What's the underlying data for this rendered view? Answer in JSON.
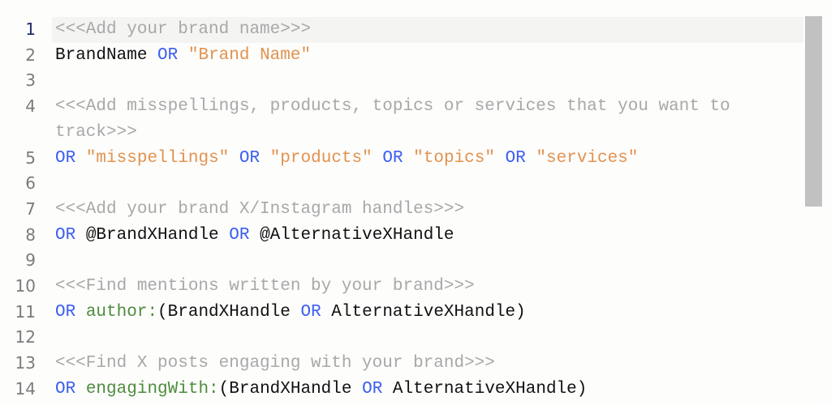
{
  "editor": {
    "active_line": 1,
    "colors": {
      "comment": "#a8a8a8",
      "keyword": "#3d5ff2",
      "string": "#e2924f",
      "field": "#4e8c3c",
      "text": "#111111"
    },
    "lines": [
      {
        "number": "1",
        "tokens": [
          {
            "type": "comment",
            "text": "<<<Add your brand name>>>"
          }
        ]
      },
      {
        "number": "2",
        "tokens": [
          {
            "type": "plain",
            "text": "BrandName "
          },
          {
            "type": "kw",
            "text": "OR"
          },
          {
            "type": "plain",
            "text": " "
          },
          {
            "type": "str",
            "text": "\"Brand Name\""
          }
        ]
      },
      {
        "number": "3",
        "tokens": []
      },
      {
        "number": "4",
        "tokens": [
          {
            "type": "comment",
            "text": "<<<Add misspellings, products, topics or services that you want to track>>>"
          }
        ]
      },
      {
        "number": "5",
        "tokens": [
          {
            "type": "kw",
            "text": "OR"
          },
          {
            "type": "plain",
            "text": " "
          },
          {
            "type": "str",
            "text": "\"misspellings\""
          },
          {
            "type": "plain",
            "text": " "
          },
          {
            "type": "kw",
            "text": "OR"
          },
          {
            "type": "plain",
            "text": " "
          },
          {
            "type": "str",
            "text": "\"products\""
          },
          {
            "type": "plain",
            "text": " "
          },
          {
            "type": "kw",
            "text": "OR"
          },
          {
            "type": "plain",
            "text": " "
          },
          {
            "type": "str",
            "text": "\"topics\""
          },
          {
            "type": "plain",
            "text": " "
          },
          {
            "type": "kw",
            "text": "OR"
          },
          {
            "type": "plain",
            "text": " "
          },
          {
            "type": "str",
            "text": "\"services\""
          }
        ]
      },
      {
        "number": "6",
        "tokens": []
      },
      {
        "number": "7",
        "tokens": [
          {
            "type": "comment",
            "text": "<<<Add your brand X/Instagram handles>>>"
          }
        ]
      },
      {
        "number": "8",
        "tokens": [
          {
            "type": "kw",
            "text": "OR"
          },
          {
            "type": "plain",
            "text": " @BrandXHandle "
          },
          {
            "type": "kw",
            "text": "OR"
          },
          {
            "type": "plain",
            "text": " @AlternativeXHandle"
          }
        ]
      },
      {
        "number": "9",
        "tokens": []
      },
      {
        "number": "10",
        "tokens": [
          {
            "type": "comment",
            "text": "<<<Find mentions written by your brand>>>"
          }
        ]
      },
      {
        "number": "11",
        "tokens": [
          {
            "type": "kw",
            "text": "OR"
          },
          {
            "type": "plain",
            "text": " "
          },
          {
            "type": "field",
            "text": "author:"
          },
          {
            "type": "plain",
            "text": "(BrandXHandle "
          },
          {
            "type": "kw",
            "text": "OR"
          },
          {
            "type": "plain",
            "text": " AlternativeXHandle)"
          }
        ]
      },
      {
        "number": "12",
        "tokens": []
      },
      {
        "number": "13",
        "tokens": [
          {
            "type": "comment",
            "text": "<<<Find X posts engaging with your brand>>>"
          }
        ]
      },
      {
        "number": "14",
        "tokens": [
          {
            "type": "kw",
            "text": "OR"
          },
          {
            "type": "plain",
            "text": " "
          },
          {
            "type": "field",
            "text": "engagingWith:"
          },
          {
            "type": "plain",
            "text": "(BrandXHandle "
          },
          {
            "type": "kw",
            "text": "OR"
          },
          {
            "type": "plain",
            "text": " AlternativeXHandle)"
          }
        ]
      }
    ]
  }
}
